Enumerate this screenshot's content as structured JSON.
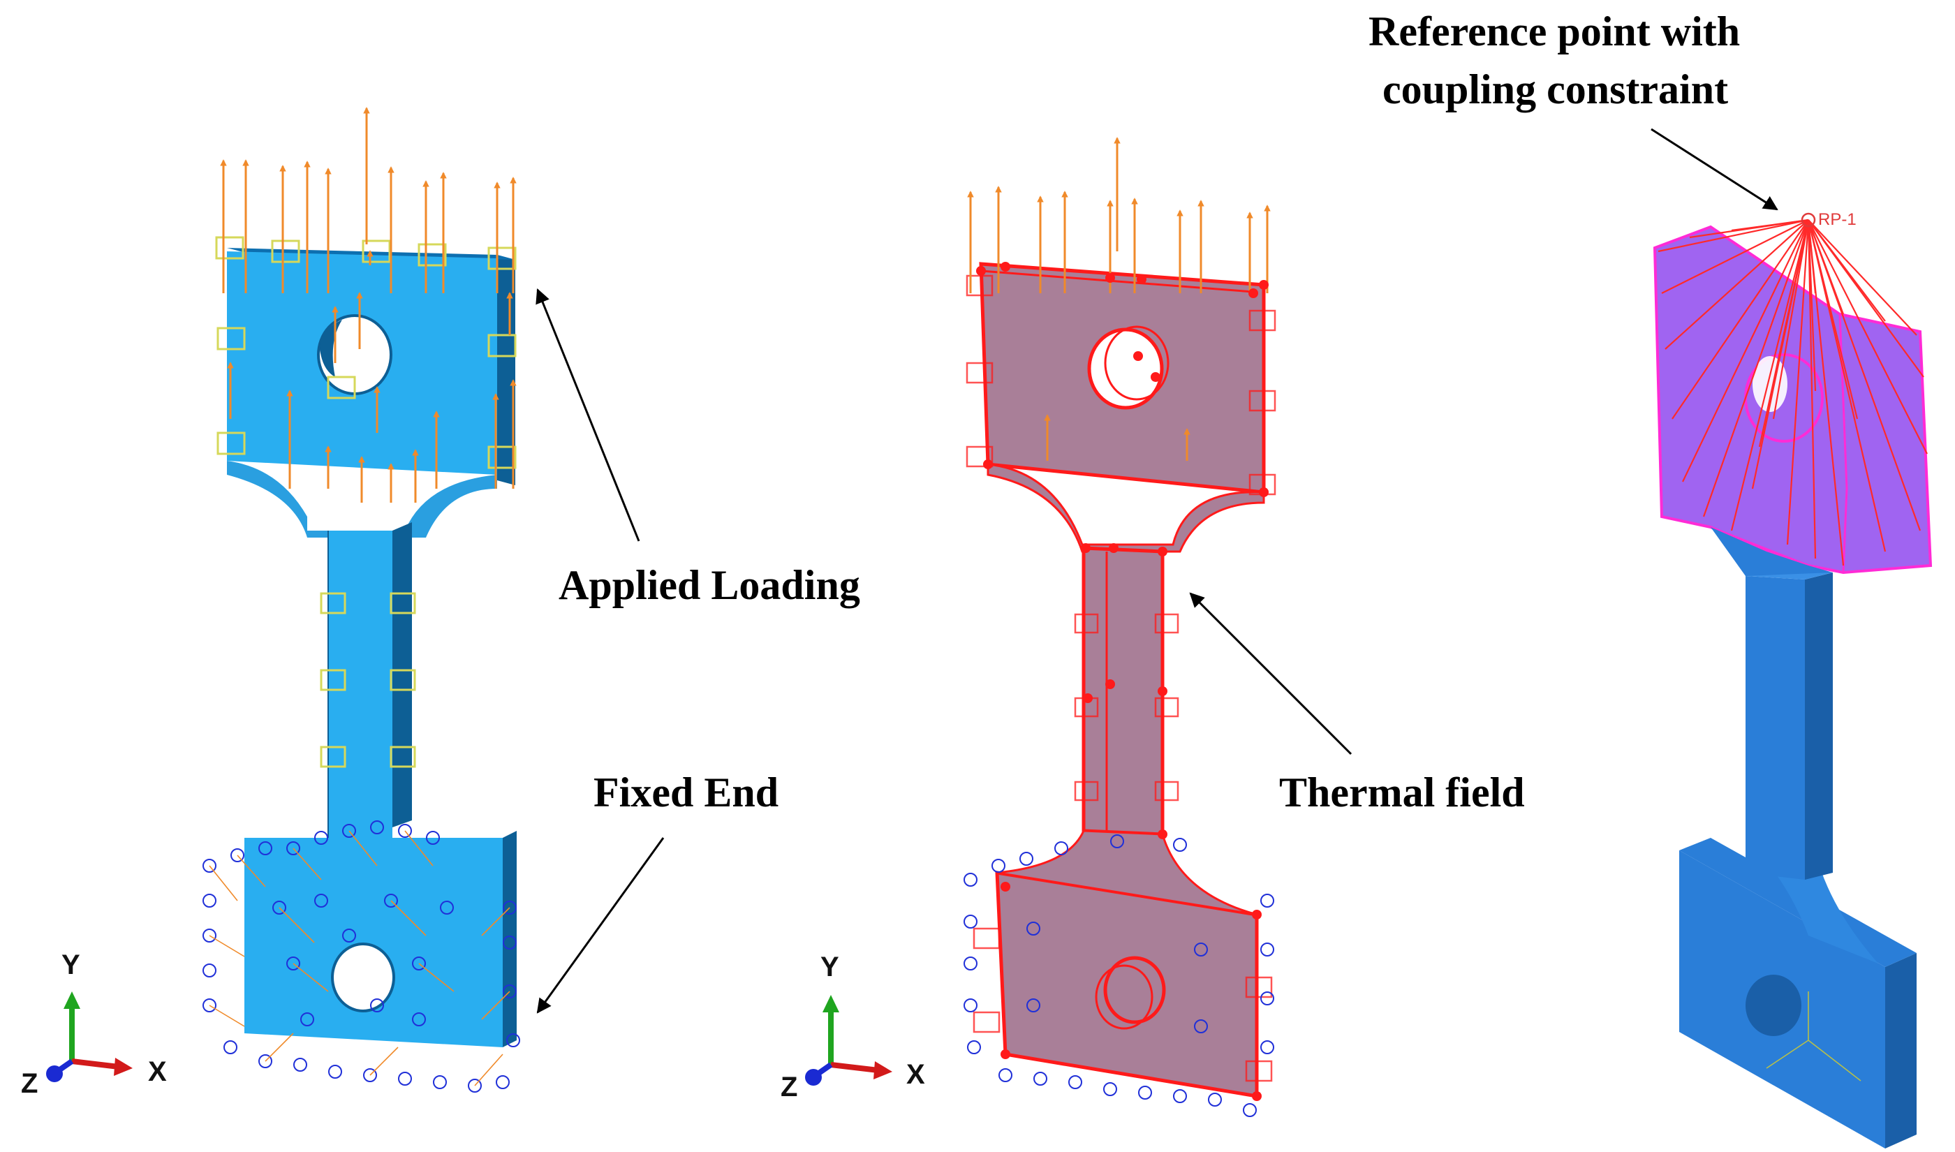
{
  "annotations": {
    "applied_loading": "Applied Loading",
    "fixed_end": "Fixed End",
    "thermal_field": "Thermal field",
    "reference_point_line1": "Reference point with",
    "reference_point_line2": "coupling constraint"
  },
  "axes_triad": {
    "y": "Y",
    "x": "X",
    "z": "Z"
  },
  "rp_label": "RP-1",
  "colors": {
    "part_blue": "#29aef0",
    "part_blue_dark": "#0d5f95",
    "thermal_red": "#ff1a1a",
    "thermal_fill": "#a97f98",
    "coupling_magenta": "#ff2bd6",
    "coupling_fill": "#9b5cf0",
    "load_arrow": "#f08a2a",
    "bc_blue": "#2030d8",
    "marker_yellow": "#d6d85a",
    "solid_blue": "#2a7ed8"
  }
}
